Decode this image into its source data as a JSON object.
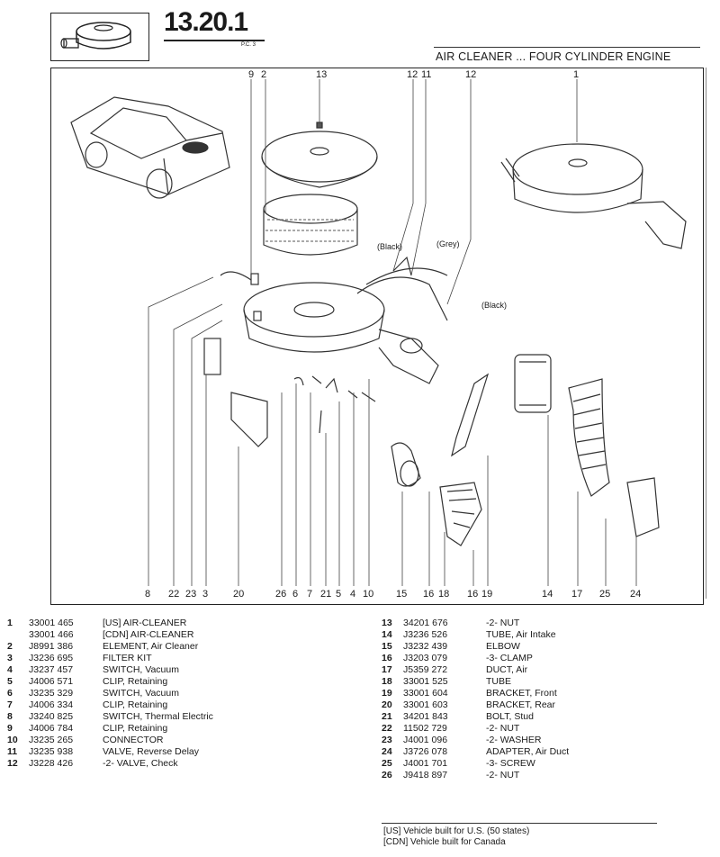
{
  "header": {
    "page_number": "13.20.1",
    "pc_label": "P.C. 3",
    "section_title": "AIR CLEANER ... FOUR CYLINDER ENGINE"
  },
  "diagram": {
    "top_callouts": [
      "9",
      "2",
      "13",
      "12",
      "11",
      "12",
      "1"
    ],
    "bottom_callouts": [
      "8",
      "22",
      "23",
      "3",
      "20",
      "26",
      "6",
      "7",
      "21",
      "5",
      "4",
      "10",
      "15",
      "16",
      "18",
      "16",
      "19",
      "14",
      "17",
      "25",
      "24"
    ],
    "notes": [
      "(Black)",
      "(Grey)",
      "(Black)"
    ]
  },
  "parts_left": [
    {
      "num": "1",
      "part": "33001 465",
      "desc": "[US]  AIR-CLEANER"
    },
    {
      "num": "",
      "part": "33001 466",
      "desc": "[CDN]  AIR-CLEANER"
    },
    {
      "num": "2",
      "part": "J8991 386",
      "desc": "ELEMENT, Air Cleaner"
    },
    {
      "num": "3",
      "part": "J3236 695",
      "desc": "FILTER KIT"
    },
    {
      "num": "4",
      "part": "J3237 457",
      "desc": "SWITCH, Vacuum"
    },
    {
      "num": "5",
      "part": "J4006 571",
      "desc": "CLIP, Retaining"
    },
    {
      "num": "6",
      "part": "J3235 329",
      "desc": "SWITCH, Vacuum"
    },
    {
      "num": "7",
      "part": "J4006 334",
      "desc": "CLIP, Retaining"
    },
    {
      "num": "8",
      "part": "J3240 825",
      "desc": "SWITCH, Thermal Electric"
    },
    {
      "num": "9",
      "part": "J4006 784",
      "desc": "CLIP, Retaining"
    },
    {
      "num": "10",
      "part": "J3235 265",
      "desc": "CONNECTOR"
    },
    {
      "num": "11",
      "part": "J3235 938",
      "desc": "VALVE, Reverse Delay"
    },
    {
      "num": "12",
      "part": "J3228 426",
      "desc": "-2- VALVE, Check"
    }
  ],
  "parts_right": [
    {
      "num": "13",
      "part": "34201 676",
      "desc": "-2- NUT"
    },
    {
      "num": "14",
      "part": "J3236 526",
      "desc": "TUBE, Air Intake"
    },
    {
      "num": "15",
      "part": "J3232 439",
      "desc": "ELBOW"
    },
    {
      "num": "16",
      "part": "J3203 079",
      "desc": "-3- CLAMP"
    },
    {
      "num": "17",
      "part": "J5359 272",
      "desc": "DUCT, Air"
    },
    {
      "num": "18",
      "part": "33001 525",
      "desc": "TUBE"
    },
    {
      "num": "19",
      "part": "33001 604",
      "desc": "BRACKET, Front"
    },
    {
      "num": "20",
      "part": "33001 603",
      "desc": "BRACKET, Rear"
    },
    {
      "num": "21",
      "part": "34201 843",
      "desc": "BOLT, Stud"
    },
    {
      "num": "22",
      "part": "11502 729",
      "desc": "-2- NUT"
    },
    {
      "num": "23",
      "part": "J4001 096",
      "desc": "-2- WASHER"
    },
    {
      "num": "24",
      "part": "J3726 078",
      "desc": "ADAPTER, Air Duct"
    },
    {
      "num": "25",
      "part": "J4001 701",
      "desc": "-3- SCREW"
    },
    {
      "num": "26",
      "part": "J9418 897",
      "desc": "-2- NUT"
    }
  ],
  "legend": [
    "[US] Vehicle built for U.S. (50 states)",
    "[CDN] Vehicle built for Canada"
  ]
}
